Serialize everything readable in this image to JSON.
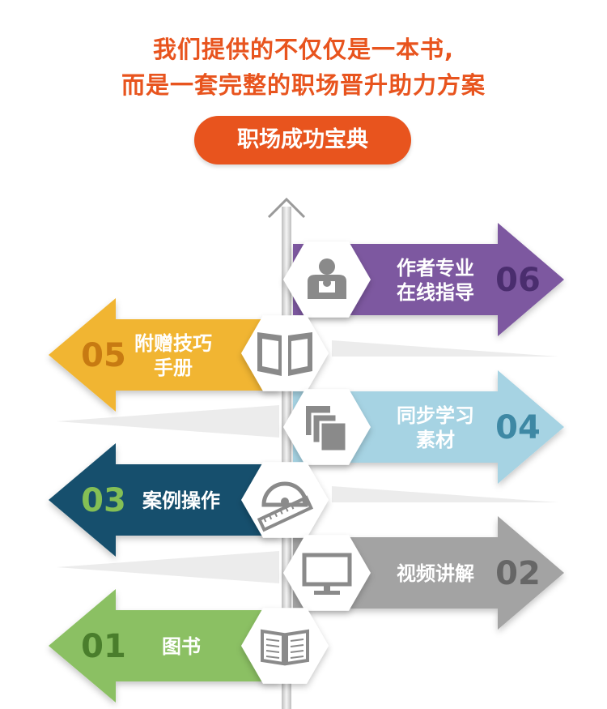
{
  "header": {
    "line1": "我们提供的不仅仅是一本书,",
    "line2": "而是一套完整的职场晋升助力方案",
    "badge": "职场成功宝典"
  },
  "items": [
    {
      "number": "06",
      "label_lines": [
        "作者专业",
        "在线指导"
      ],
      "color": "#7d58a0",
      "text_color": "#ffffff",
      "number_color": "#4a2d6e",
      "icon": "teacher-icon"
    },
    {
      "number": "05",
      "label_lines": [
        "附赠技巧",
        "手册"
      ],
      "color": "#f1b530",
      "text_color": "#ffffff",
      "number_color": "#c77a12",
      "icon": "open-book-icon"
    },
    {
      "number": "04",
      "label_lines": [
        "同步学习",
        "素材"
      ],
      "color": "#a6d3e3",
      "text_color": "#ffffff",
      "number_color": "#3e88a4",
      "icon": "documents-icon"
    },
    {
      "number": "03",
      "label_lines": [
        "案例操作"
      ],
      "color": "#17506d",
      "text_color": "#ffffff",
      "number_color": "#84bf55",
      "icon": "protractor-ruler-icon"
    },
    {
      "number": "02",
      "label_lines": [
        "视频讲解"
      ],
      "color": "#a3a3a3",
      "text_color": "#ffffff",
      "number_color": "#666666",
      "icon": "monitor-icon"
    },
    {
      "number": "01",
      "label_lines": [
        "图书"
      ],
      "color": "#8bc063",
      "text_color": "#ffffff",
      "number_color": "#4a7e2c",
      "icon": "book-icon"
    }
  ]
}
